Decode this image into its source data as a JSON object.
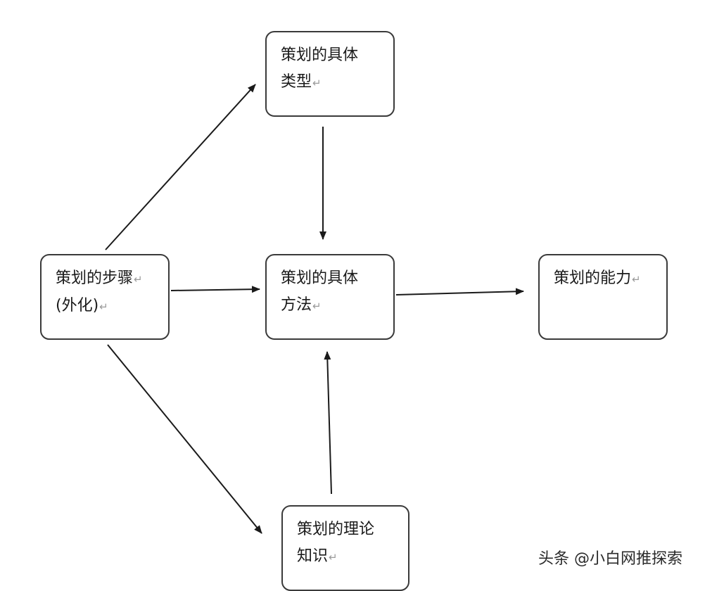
{
  "nodes": {
    "types": {
      "line1": "策划的具体",
      "line2": "类型",
      "return_mark": "↵"
    },
    "steps": {
      "line1": "策划的步骤",
      "line2": "(外化)",
      "return_mark": "↵"
    },
    "methods": {
      "line1": "策划的具体",
      "line2": "方法",
      "return_mark": "↵"
    },
    "ability": {
      "line1": "策划的能力",
      "return_mark": "↵"
    },
    "theory": {
      "line1": "策划的理论",
      "line2": "知识",
      "return_mark": "↵"
    }
  },
  "edges": [
    {
      "from": "steps",
      "to": "types"
    },
    {
      "from": "steps",
      "to": "methods"
    },
    {
      "from": "steps",
      "to": "theory"
    },
    {
      "from": "types",
      "to": "methods"
    },
    {
      "from": "theory",
      "to": "methods"
    },
    {
      "from": "methods",
      "to": "ability"
    }
  ],
  "watermark": {
    "text": "头条 @小白网推探索"
  },
  "colors": {
    "line": "#1a1a1a",
    "border": "#3a3a3a",
    "return_mark": "#9a9a9a"
  }
}
